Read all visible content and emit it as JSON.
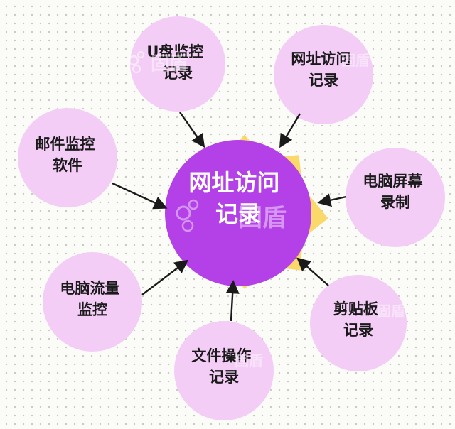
{
  "center": {
    "lines": [
      "网址访问",
      "记录"
    ]
  },
  "nodes": [
    {
      "id": "usb-monitoring",
      "lines": [
        "U盘监控",
        "记录"
      ]
    },
    {
      "id": "web-access",
      "lines": [
        "网址访问",
        "记录"
      ]
    },
    {
      "id": "screen-recording",
      "lines": [
        "电脑屏幕",
        "录制"
      ]
    },
    {
      "id": "clipboard",
      "lines": [
        "剪贴板",
        "记录"
      ]
    },
    {
      "id": "file-operation",
      "lines": [
        "文件操作",
        "记录"
      ]
    },
    {
      "id": "traffic-monitoring",
      "lines": [
        "电脑流量",
        "监控"
      ]
    },
    {
      "id": "email-monitoring",
      "lines": [
        "邮件监控",
        "软件"
      ]
    }
  ],
  "watermark": {
    "text": "固盾"
  },
  "colors": {
    "node_fill": "#f3cdf6",
    "center_fill": "#b440e8",
    "sun_fill": "#fad86a",
    "arrow": "#1a1a1a",
    "background": "#fbfbf8"
  }
}
